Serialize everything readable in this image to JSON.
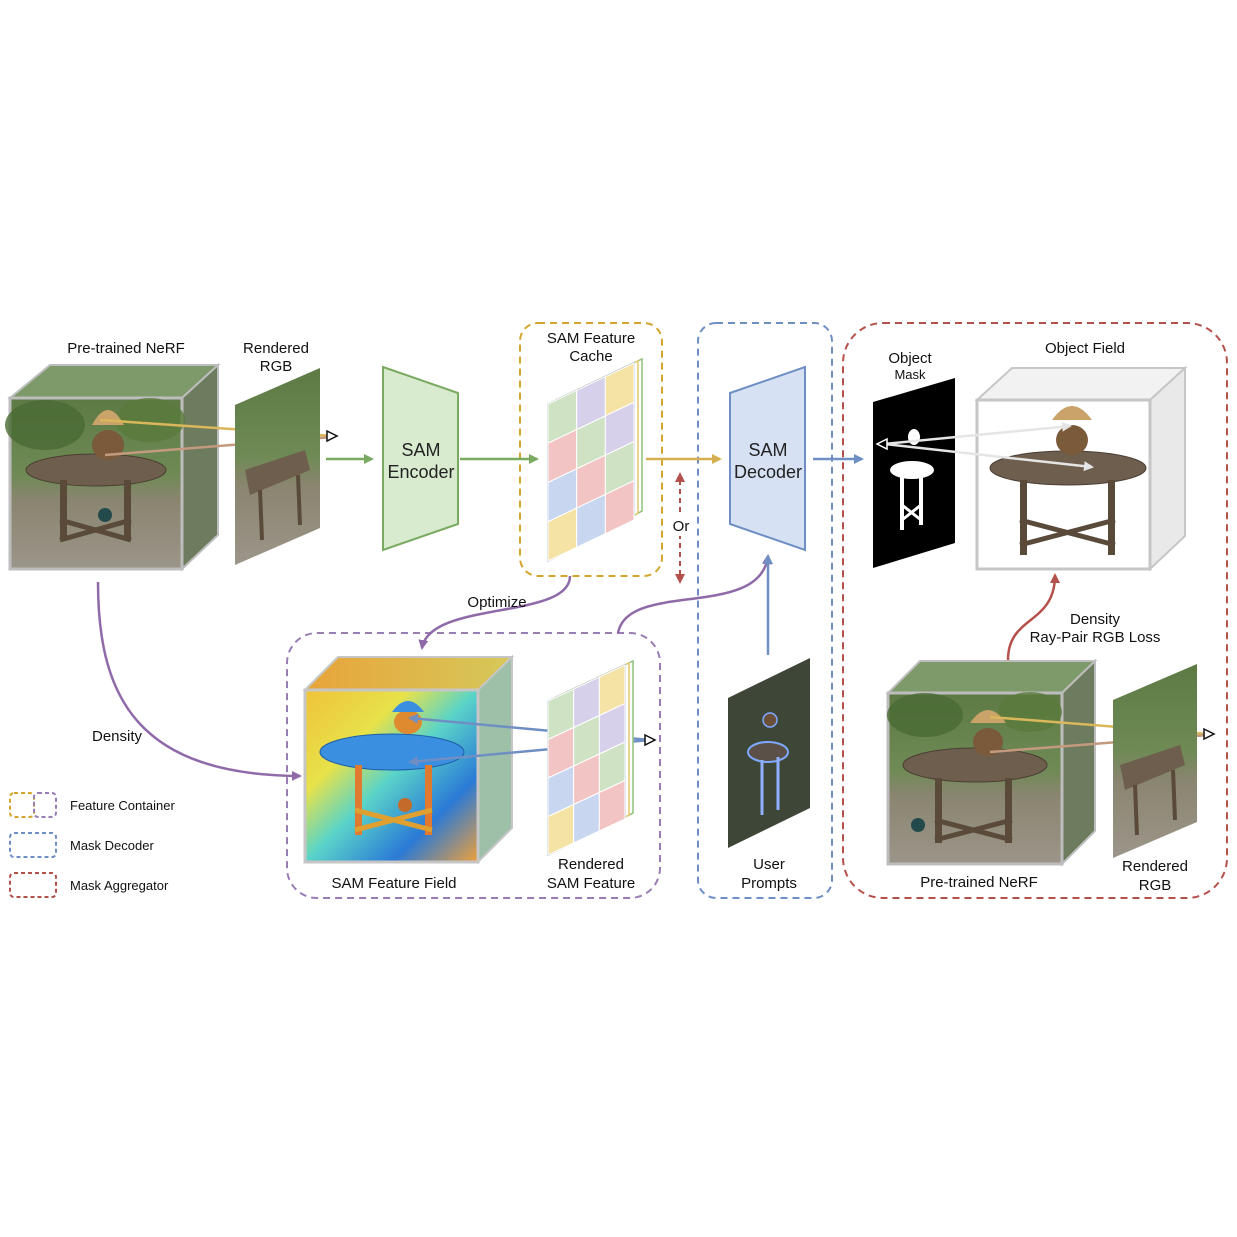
{
  "colors": {
    "feature_container_yellow": "#d4a52c",
    "feature_container_purple": "#9a7db5",
    "mask_decoder": "#6f8fc4",
    "mask_aggregator": "#b5514b",
    "encoder_green": "#7aaa60",
    "decoder_blue": "#6f8fc4",
    "optimize_purple": "#8f6aa8"
  },
  "labels": {
    "pretrained_nerf_top": "Pre-trained NeRF",
    "rendered_rgb_top_1": "Rendered",
    "rendered_rgb_top_2": "RGB",
    "sam_encoder_1": "SAM",
    "sam_encoder_2": "Encoder",
    "sam_feature_cache_1": "SAM Feature",
    "sam_feature_cache_2": "Cache",
    "or": "Or",
    "sam_decoder_1": "SAM",
    "sam_decoder_2": "Decoder",
    "object_mask_1": "Object",
    "object_mask_2": "Mask",
    "object_field": "Object Field",
    "optimize": "Optimize",
    "density_left": "Density",
    "density_right": "Density",
    "ray_pair_loss": "Ray-Pair RGB Loss",
    "sam_feature_field": "SAM Feature Field",
    "rendered_sam_feature_1": "Rendered",
    "rendered_sam_feature_2": "SAM Feature",
    "user_prompts_1": "User",
    "user_prompts_2": "Prompts",
    "pretrained_nerf_bottom": "Pre-trained NeRF",
    "rendered_rgb_bottom_1": "Rendered",
    "rendered_rgb_bottom_2": "RGB"
  },
  "legend": [
    {
      "label": "Feature Container",
      "color": "#d4a52c",
      "color2": "#9a7db5"
    },
    {
      "label": "Mask Decoder",
      "color": "#6f8fc4"
    },
    {
      "label": "Mask Aggregator",
      "color": "#b5514b"
    }
  ]
}
